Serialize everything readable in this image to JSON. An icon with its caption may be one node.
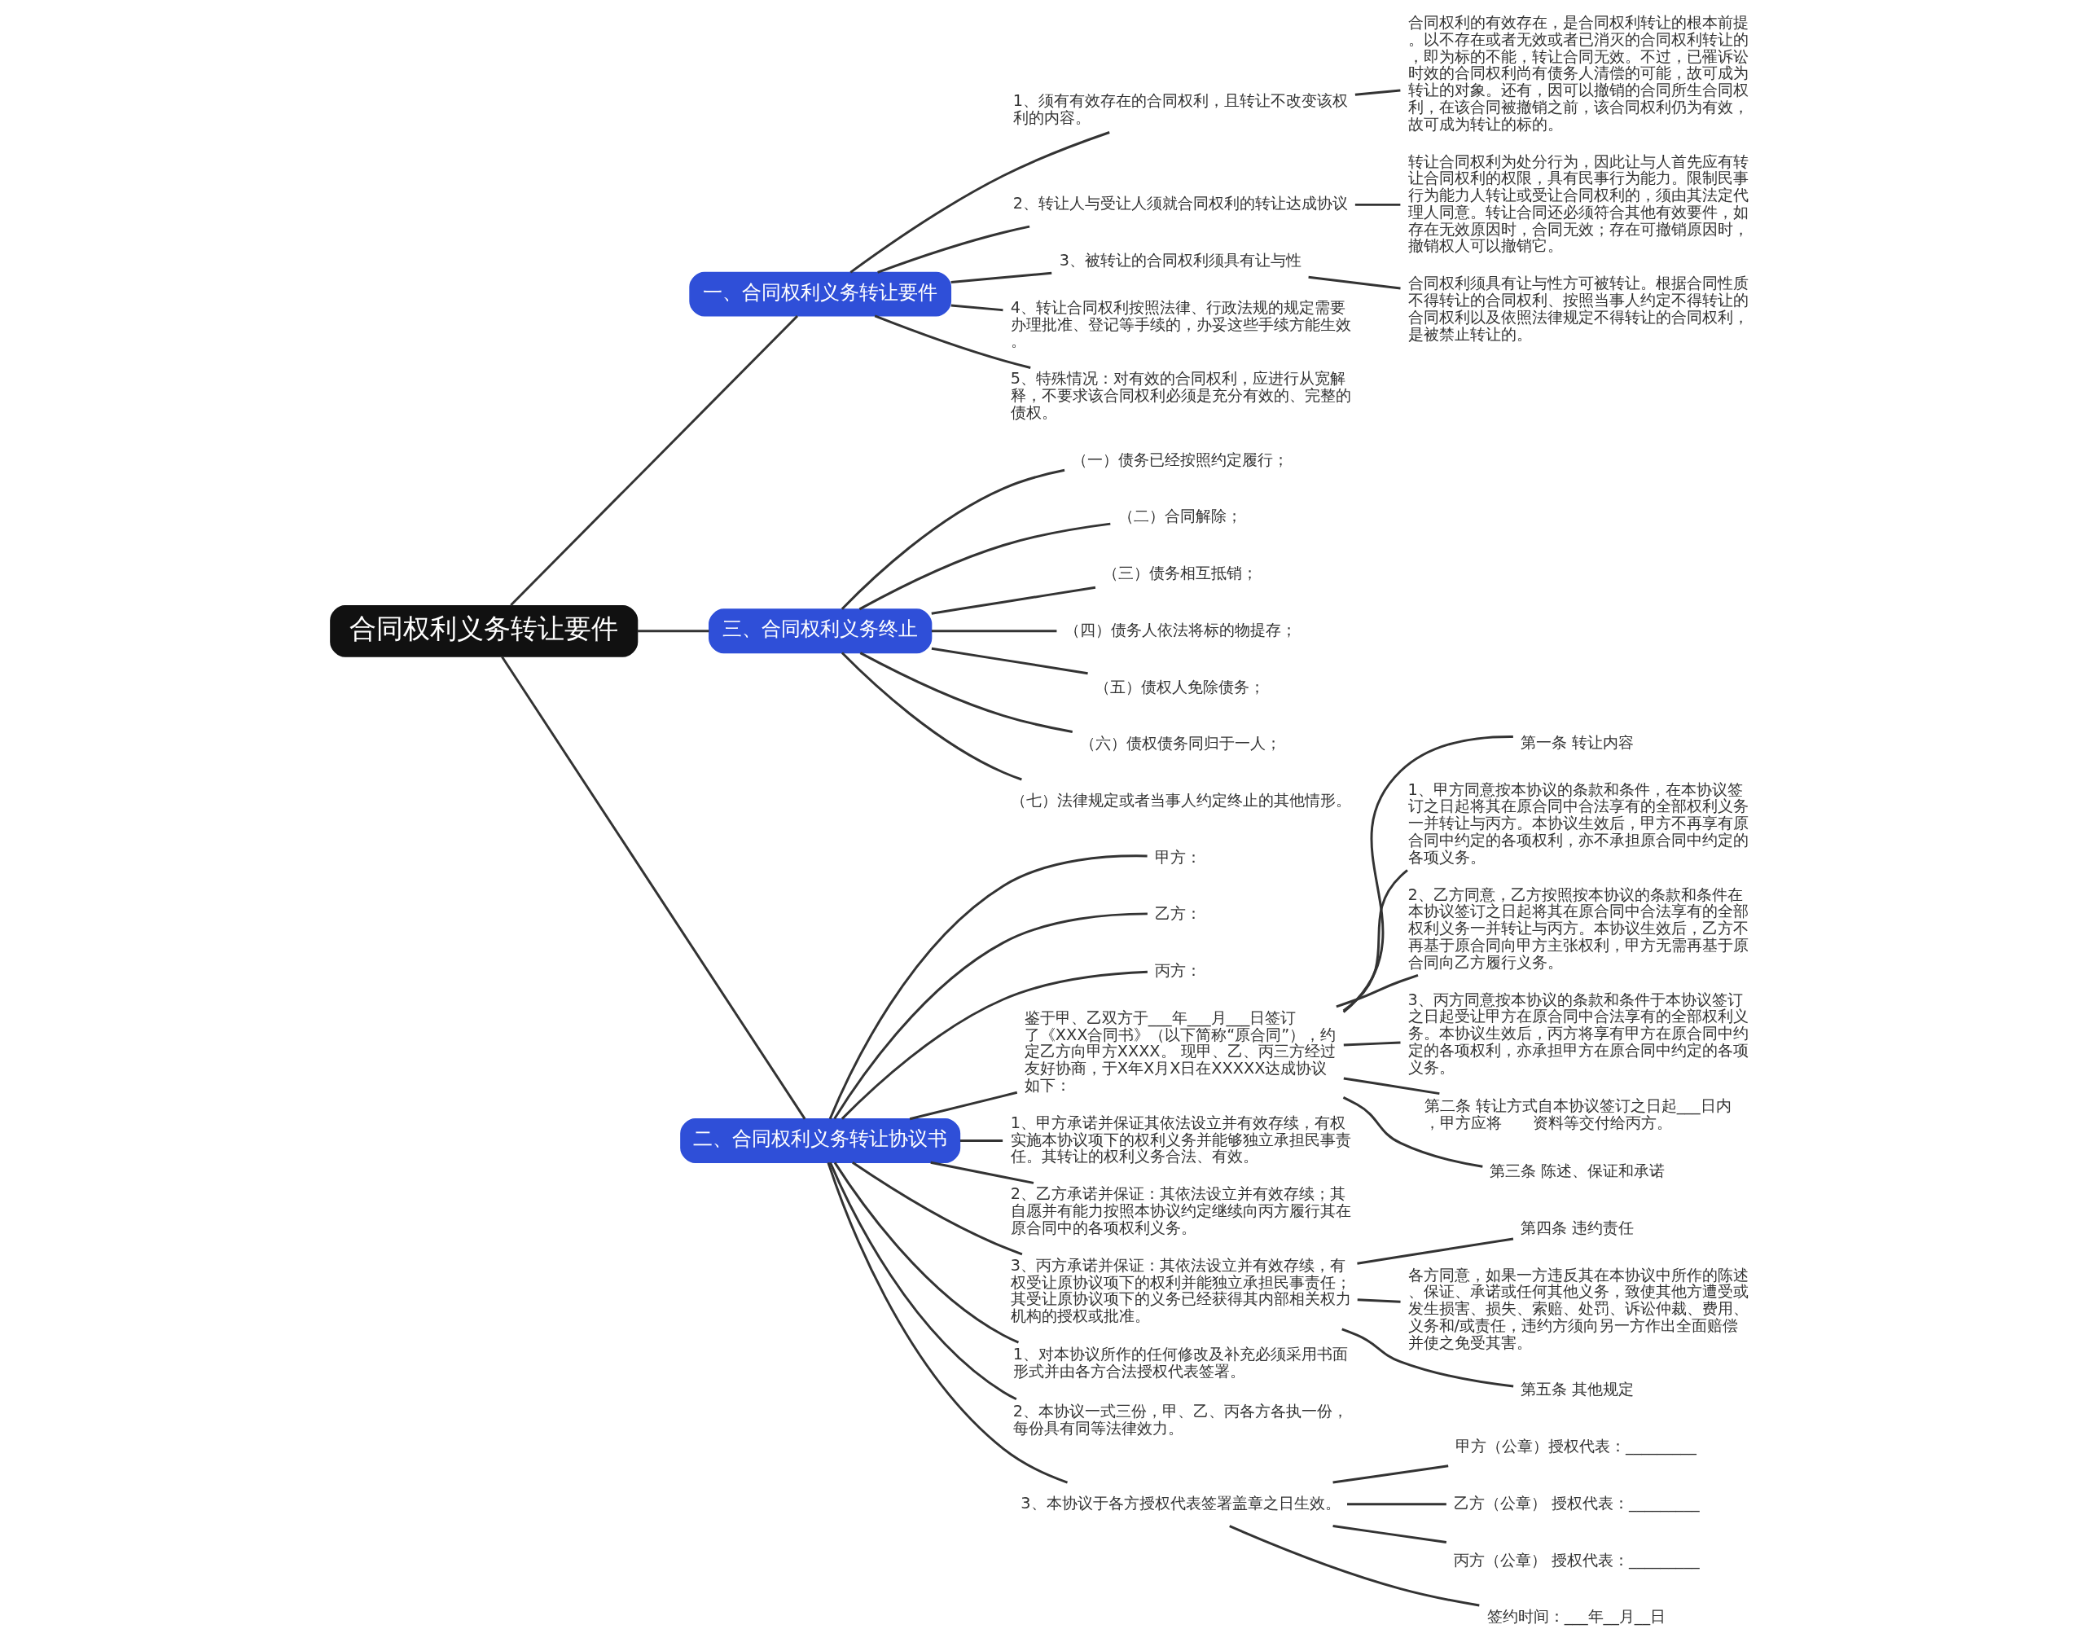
{
  "diagram": {
    "nodes": [
      {
        "text": [
          "合同权利义务转让要件"
        ]
      },
      {
        "text": [
          "一、合同权利义务转让要件"
        ]
      },
      {
        "text": [
          "1、须有有效存在的合同权利，且转让不改变该权利的内容。"
        ]
      },
      {
        "text": [
          "合同权利的有效存在，是合同权利转让的根本前提。以不存在或者无效或者已消灭的合同权利转让的，即为标的不能，转让合同无效。不过，已罹诉讼时效的合同权利尚有债务人清偿的可能，故可成为转让的对象。还有，因可以撤销的合同所生合同权利，在该合同被撤销之前，该合同权利仍为有效，故可成为转让的标的。"
        ]
      },
      {
        "text": [
          "2、转让人与受让人须就合同权利的转让达成协议"
        ]
      },
      {
        "text": [
          "转让合同权利为处分行为，因此让与人首先应有转让合同权利的权限，具有民事行为能力。限制民事行为能力人转让或受让合同权利的，须由其法定代理人同意。转让合同还必须符合其他有效要件，如存在无效原因时，合同无效；存在可撤销原因时，撤销权人可以撤销它。"
        ]
      },
      {
        "text": [
          "3、被转让的合同权利须具有让与性"
        ]
      },
      {
        "text": [
          "合同权利须具有让与性方可被转让。根据合同性质不得转让的合同权利、按照当事人约定不得转让的合同权利以及依照法律规定不得转让的合同权利，是被禁止转让的。"
        ]
      },
      {
        "text": [
          "4、转让合同权利按照法律、行政法规的规定需要办理批准、登记等手续的，办妥这些手续方能生效。"
        ]
      },
      {
        "text": [
          "5、特殊情况：对有效的合同权利，应进行从宽解释，不要求该合同权利必须是充分有效的、完整的债权。"
        ]
      },
      {
        "text": [
          "三、合同权利义务终止"
        ]
      },
      {
        "text": [
          "（一）债务已经按照约定履行；"
        ]
      },
      {
        "text": [
          "（二）合同解除；"
        ]
      },
      {
        "text": [
          "（三）债务相互抵销；"
        ]
      },
      {
        "text": [
          "（四）债务人依法将标的物提存；"
        ]
      },
      {
        "text": [
          "（五）债权人免除债务；"
        ]
      },
      {
        "text": [
          "（六）债权债务同归于一人；"
        ]
      },
      {
        "text": [
          "（七）法律规定或者当事人约定终止的其他情形。"
        ]
      },
      {
        "text": [
          "二、合同权利义务转让协议书"
        ]
      },
      {
        "text": [
          "甲方："
        ]
      },
      {
        "text": [
          "乙方："
        ]
      },
      {
        "text": [
          "丙方："
        ]
      },
      {
        "text": [
          "鉴于甲、乙双方于___年___月___日签订了《XXX合同书》（以下简称“原合同”），约定乙方向甲方XXXX。 现甲、乙、丙三方经过友好协商，于X年X月X日在XXXXX达成协议如下："
        ]
      },
      {
        "text": [
          "第一条 转让内容"
        ]
      },
      {
        "text": [
          "1、甲方同意按本协议的条款和条件，在本协议签订之日起将其在原合同中合法享有的全部权利义务一并转让与丙方。本协议生效后，甲方不再享有原合同中约定的各项权利，亦不承担原合同中约定的各项义务。"
        ]
      },
      {
        "text": [
          "2、乙方同意，乙方按照按本协议的条款和条件在本协议签订之日起将其在原合同中合法享有的全部权利义务一并转让与丙方。本协议生效后，乙方不再基于原合同向甲方主张权利，甲方无需再基于原合同向乙方履行义务。"
        ]
      },
      {
        "text": [
          "3、丙方同意按本协议的条款和条件于本协议签订之日起受让甲方在原合同中合法享有的全部权利义务。本协议生效后，丙方将享有甲方在原合同中约定的各项权利，亦承担甲方在原合同中约定的各项义务。"
        ]
      },
      {
        "text": [
          "第二条 转让方式自本协议签订之日起___日内，甲方应将　　资料等交付给丙方。"
        ]
      },
      {
        "text": [
          "第三条 陈述、保证和承诺"
        ]
      },
      {
        "text": [
          "1、甲方承诺并保证其依法设立并有效存续，有权实施本协议项下的权利义务并能够独立承担民事责任。其转让的权利义务合法、有效。"
        ]
      },
      {
        "text": [
          "2、乙方承诺并保证：其依法设立并有效存续；其自愿并有能力按照本协议约定继续向丙方履行其在原合同中的各项权利义务。"
        ]
      },
      {
        "text": [
          "3、丙方承诺并保证：其依法设立并有效存续，有权受让原协议项下的权利并能独立承担民事责任；其受让原协议项下的义务已经获得其内部相关权力机构的授权或批准。"
        ]
      },
      {
        "text": [
          "第四条 违约责任"
        ]
      },
      {
        "text": [
          "各方同意，如果一方违反其在本协议中所作的陈述、保证、承诺或任何其他义务，致使其他方遭受或发生损害、损失、索赔、处罚、诉讼仲裁、费用、义务和/或责任，违约方须向另一方作出全面赔偿并使之免受其害。"
        ]
      },
      {
        "text": [
          "第五条 其他规定"
        ]
      },
      {
        "text": [
          "1、对本协议所作的任何修改及补充必须采用书面形式并由各方合法授权代表签署。"
        ]
      },
      {
        "text": [
          "2、本协议一式三份，甲、乙、丙各方各执一份，每份具有同等法律效力。"
        ]
      },
      {
        "text": [
          "3、本协议于各方授权代表签署盖章之日生效。"
        ]
      },
      {
        "text": [
          "甲方（公章）授权代表：_________"
        ]
      },
      {
        "text": [
          "乙方（公章） 授权代表：_________"
        ]
      },
      {
        "text": [
          "丙方（公章） 授权代表：_________"
        ]
      },
      {
        "text": [
          "签约时间：___年__月__日"
        ]
      }
    ],
    "edges": [
      {
        "from": 0,
        "to": 1,
        "arrow": "none"
      },
      {
        "from": 0,
        "to": 10,
        "arrow": "none"
      },
      {
        "from": 0,
        "to": 18,
        "arrow": "none"
      },
      {
        "from": 1,
        "to": 2,
        "arrow": "none"
      },
      {
        "from": 2,
        "to": 3,
        "arrow": "none"
      },
      {
        "from": 1,
        "to": 4,
        "arrow": "none"
      },
      {
        "from": 4,
        "to": 5,
        "arrow": "none"
      },
      {
        "from": 1,
        "to": 6,
        "arrow": "none"
      },
      {
        "from": 6,
        "to": 7,
        "arrow": "none"
      },
      {
        "from": 1,
        "to": 8,
        "arrow": "none"
      },
      {
        "from": 1,
        "to": 9,
        "arrow": "none"
      },
      {
        "from": 10,
        "to": 11,
        "arrow": "none"
      },
      {
        "from": 10,
        "to": 12,
        "arrow": "none"
      },
      {
        "from": 10,
        "to": 13,
        "arrow": "none"
      },
      {
        "from": 10,
        "to": 14,
        "arrow": "none"
      },
      {
        "from": 10,
        "to": 15,
        "arrow": "none"
      },
      {
        "from": 10,
        "to": 16,
        "arrow": "none"
      },
      {
        "from": 10,
        "to": 17,
        "arrow": "none"
      },
      {
        "from": 18,
        "to": 19,
        "arrow": "none"
      },
      {
        "from": 18,
        "to": 20,
        "arrow": "none"
      },
      {
        "from": 18,
        "to": 21,
        "arrow": "none"
      },
      {
        "from": 18,
        "to": 22,
        "arrow": "none"
      },
      {
        "from": 22,
        "to": 23,
        "arrow": "none"
      },
      {
        "from": 22,
        "to": 24,
        "arrow": "none"
      },
      {
        "from": 22,
        "to": 25,
        "arrow": "none"
      },
      {
        "from": 22,
        "to": 26,
        "arrow": "none"
      },
      {
        "from": 22,
        "to": 27,
        "arrow": "none"
      },
      {
        "from": 22,
        "to": 28,
        "arrow": "none"
      },
      {
        "from": 18,
        "to": 29,
        "arrow": "none"
      },
      {
        "from": 18,
        "to": 30,
        "arrow": "none"
      },
      {
        "from": 18,
        "to": 31,
        "arrow": "none"
      },
      {
        "from": 31,
        "to": 32,
        "arrow": "none"
      },
      {
        "from": 31,
        "to": 33,
        "arrow": "none"
      },
      {
        "from": 31,
        "to": 34,
        "arrow": "none"
      },
      {
        "from": 18,
        "to": 35,
        "arrow": "none"
      },
      {
        "from": 18,
        "to": 36,
        "arrow": "none"
      },
      {
        "from": 18,
        "to": 37,
        "arrow": "none"
      },
      {
        "from": 37,
        "to": 38,
        "arrow": "none"
      },
      {
        "from": 37,
        "to": 39,
        "arrow": "none"
      },
      {
        "from": 37,
        "to": 40,
        "arrow": "none"
      },
      {
        "from": 37,
        "to": 41,
        "arrow": "none"
      }
    ]
  }
}
